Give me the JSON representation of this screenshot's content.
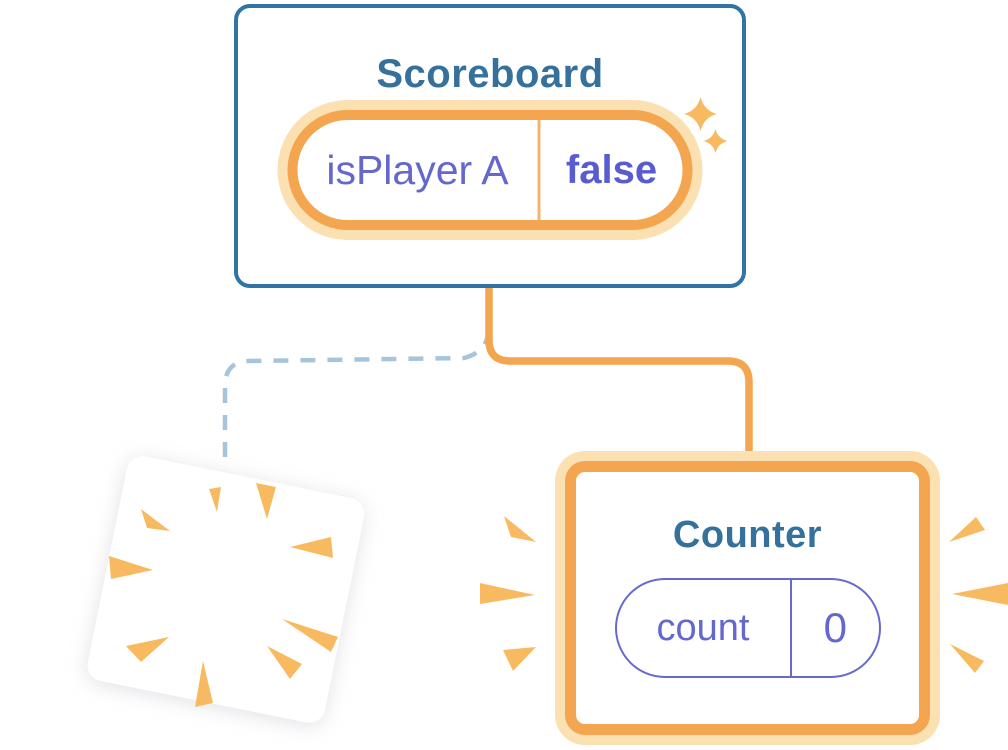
{
  "scoreboard": {
    "title": "Scoreboard",
    "state_key": "isPlayer A",
    "state_value": "false"
  },
  "counter": {
    "title": "Counter",
    "state_key": "count",
    "state_value": "0"
  },
  "icons": {
    "sparkles": "sparkle-icon",
    "poof": "poof-burst-icon",
    "sparks": "emphasis-spark-icon"
  },
  "colors": {
    "card_border_blue": "#2F74A5",
    "title_teal": "#35719B",
    "orange": "#F3A64F",
    "orange_halo": "#FBE0B2",
    "orange_divider": "#F5B469",
    "purple": "#6467CE",
    "purple_bold": "#585CCE",
    "pill_border_purple": "#666ACF",
    "dashed_blue": "#A6C4DC",
    "spark_orange": "#F8BA60"
  }
}
